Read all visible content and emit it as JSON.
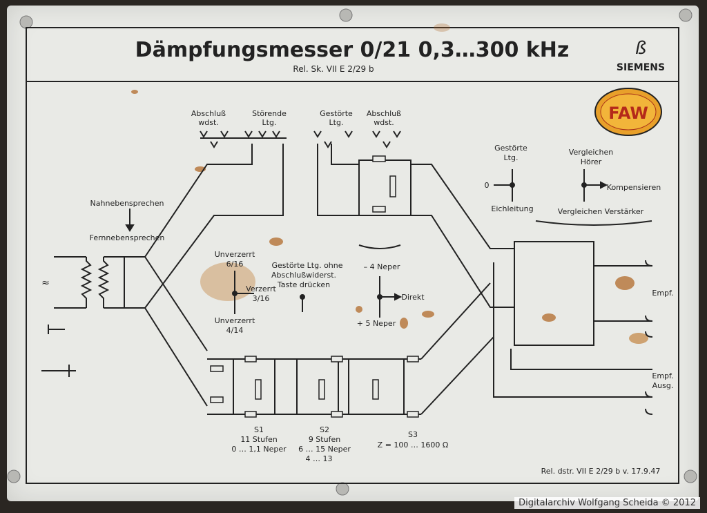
{
  "title": "Dämpfungsmesser 0/21  0,3…300 kHz",
  "reference": "Rel. Sk. VII E 2/29 b",
  "brand": "SIEMENS",
  "badge_text": "FAW",
  "labels": {
    "abschluss_left": "Abschluß",
    "wdst_left": "wdst.",
    "stoerende": "Störende",
    "ltg_left": "Ltg.",
    "gestoerte_top": "Gestörte",
    "ltg_top": "Ltg.",
    "abschluss_right": "Abschluß",
    "wdst_right": "wdst.",
    "nahnebensprechen": "Nahnebensprechen",
    "fernnebensprechen": "Fernnebensprechen",
    "unverzerrt_top": "Unverzerrt",
    "ratio_top": "6/16",
    "verzerrt": "Verzerrt",
    "ratio_mid": "3/16",
    "unverzerrt_bottom": "Unverzerrt",
    "ratio_bottom": "4/14",
    "gestoerte_note_1": "Gestörte Ltg. ohne",
    "gestoerte_note_2": "Abschlußwiderst.",
    "gestoerte_note_3": "Taste drücken",
    "minus_neper": "– 4 Neper",
    "direkt": "Direkt",
    "plus_neper": "+ 5 Neper",
    "gestoerte_right": "Gestörte",
    "ltg_right": "Ltg.",
    "zero": "0",
    "eichleitung": "Eichleitung",
    "vergleichen_hoerer_1": "Vergleichen",
    "vergleichen_hoerer_2": "Hörer",
    "kompensieren": "Kompensieren",
    "vergleichen_verstaerker": "Vergleichen Verstärker",
    "empf": "Empf.",
    "empf_ausg_1": "Empf.",
    "empf_ausg_2": "Ausg.",
    "approx": "≈",
    "s1": "S1",
    "s1_a": "11 Stufen",
    "s1_b": "0 … 1,1 Neper",
    "s2": "S2",
    "s2_a": "9 Stufen",
    "s2_b": "6 … 15 Neper",
    "s2_c": "4 … 13",
    "s3": "S3",
    "s3_a": "Z = 100 … 1600 Ω",
    "footer_ref": "Rel. dstr. VII E 2/29 b   v. 17.9.47"
  },
  "credit": "Digitalarchiv Wolfgang Scheida © 2012"
}
